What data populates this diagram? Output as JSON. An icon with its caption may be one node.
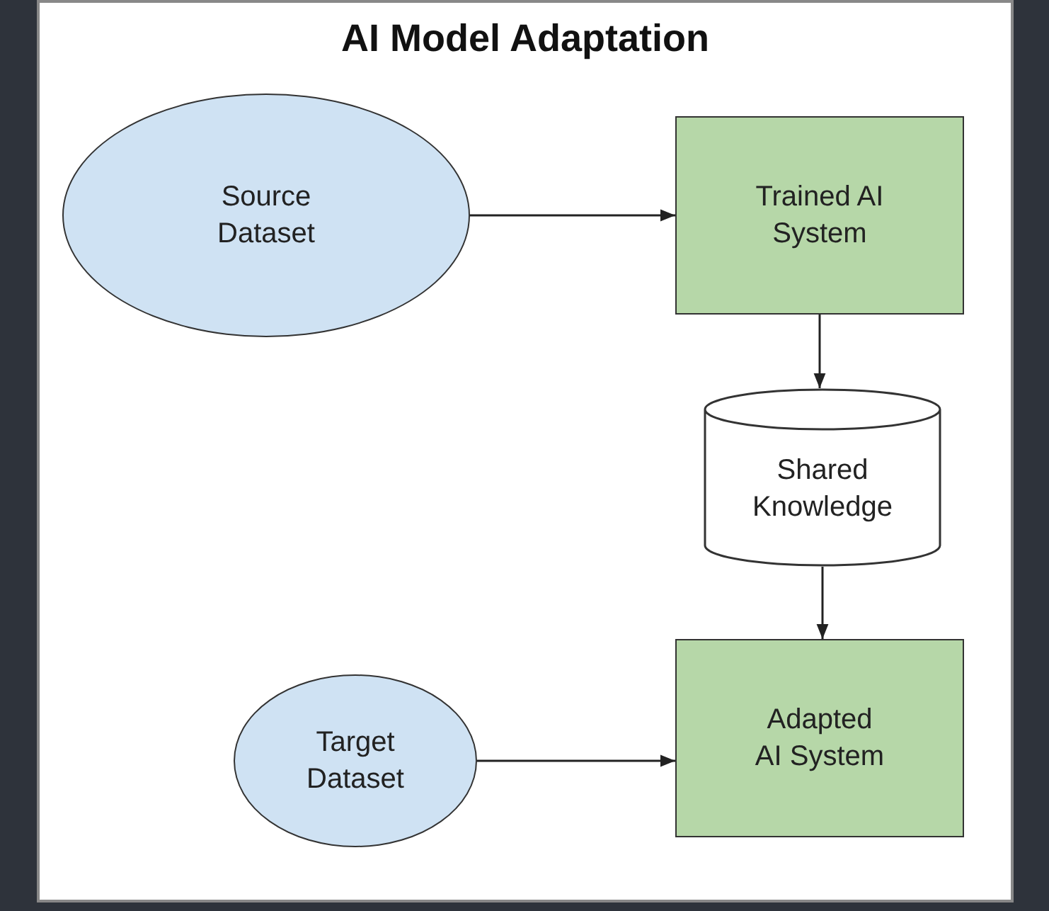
{
  "diagram": {
    "title": "AI Model Adaptation",
    "nodes": [
      {
        "text": [
          "Source Dataset"
        ]
      },
      {
        "text": [
          "Trained AI System"
        ]
      },
      {
        "text": [
          "Shared Knowledge"
        ]
      },
      {
        "text": [
          "Target Dataset"
        ]
      },
      {
        "text": [
          "Adapted AI System"
        ]
      }
    ],
    "edges": [
      {
        "from": 0,
        "to": 1,
        "arrow": "to"
      },
      {
        "from": 1,
        "to": 2,
        "arrow": "to"
      },
      {
        "from": 2,
        "to": 4,
        "arrow": "to"
      },
      {
        "from": 3,
        "to": 4,
        "arrow": "to"
      }
    ]
  }
}
